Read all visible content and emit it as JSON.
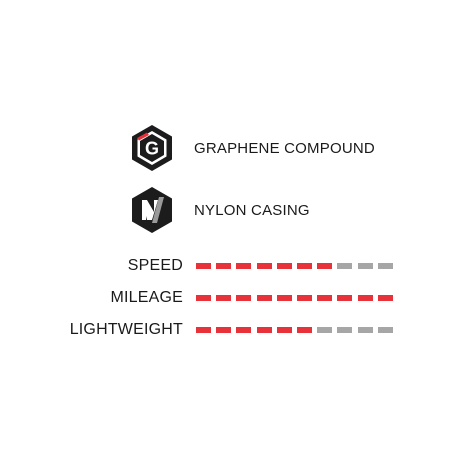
{
  "features": {
    "graphene": {
      "icon": "graphene-g-hexagon-icon",
      "label": "GRAPHENE COMPOUND"
    },
    "nylon": {
      "icon": "nylon-n-hexagon-icon",
      "label": "NYLON CASING"
    }
  },
  "ratings": {
    "scale_max": 10,
    "colors": {
      "filled": "#e8323a",
      "empty": "#a6a6a6"
    },
    "items": [
      {
        "label": "SPEED",
        "value": 7
      },
      {
        "label": "MILEAGE",
        "value": 10
      },
      {
        "label": "LIGHTWEIGHT",
        "value": 6
      }
    ]
  },
  "colors": {
    "badge_dark": "#1c1c1c",
    "badge_light": "#ffffff",
    "accent_red": "#e8323a",
    "stripe_gray": "#9a9a9a",
    "text": "#1a1a1a"
  }
}
